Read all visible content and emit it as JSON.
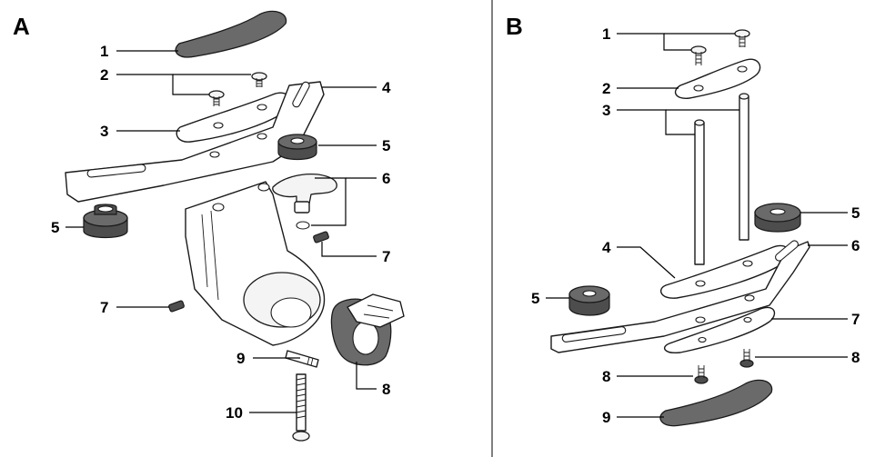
{
  "panels": [
    {
      "letter": "A",
      "callouts": [
        "1",
        "2",
        "3",
        "4",
        "5",
        "6",
        "5",
        "7",
        "7",
        "9",
        "8",
        "10"
      ]
    },
    {
      "letter": "B",
      "callouts": [
        "1",
        "2",
        "3",
        "5",
        "4",
        "6",
        "5",
        "7",
        "8",
        "8",
        "9"
      ]
    }
  ],
  "colors": {
    "rubber_part": "#6a6a6a",
    "line": "#1a1a1a",
    "background": "#ffffff"
  }
}
